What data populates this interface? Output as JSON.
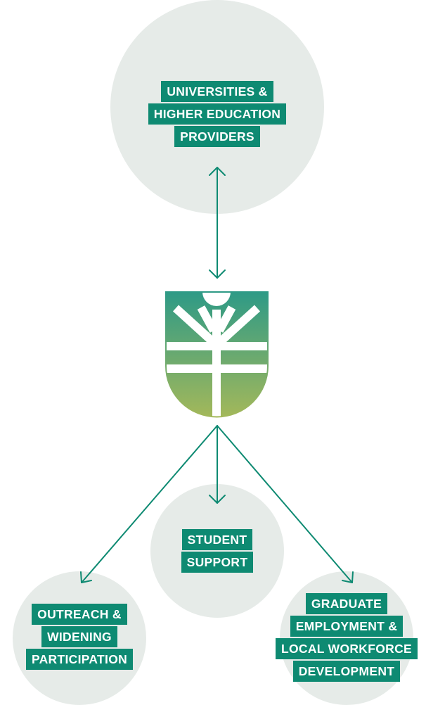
{
  "nodes": {
    "top": {
      "lines": [
        "UNIVERSITIES &",
        "HIGHER EDUCATION",
        "PROVIDERS"
      ]
    },
    "mid": {
      "lines": [
        "STUDENT",
        "SUPPORT"
      ]
    },
    "left": {
      "lines": [
        "OUTREACH &",
        "WIDENING",
        "PARTICIPATION"
      ]
    },
    "right": {
      "lines": [
        "GRADUATE",
        "EMPLOYMENT &",
        "LOCAL WORKFORCE",
        "DEVELOPMENT"
      ]
    }
  },
  "colors": {
    "accent": "#0e8a72",
    "circle": "#e6ebe8",
    "shield_top": "#2e9a86",
    "shield_bottom": "#a3b85a"
  },
  "icons": {
    "center": "shield-tree-logo-icon"
  }
}
